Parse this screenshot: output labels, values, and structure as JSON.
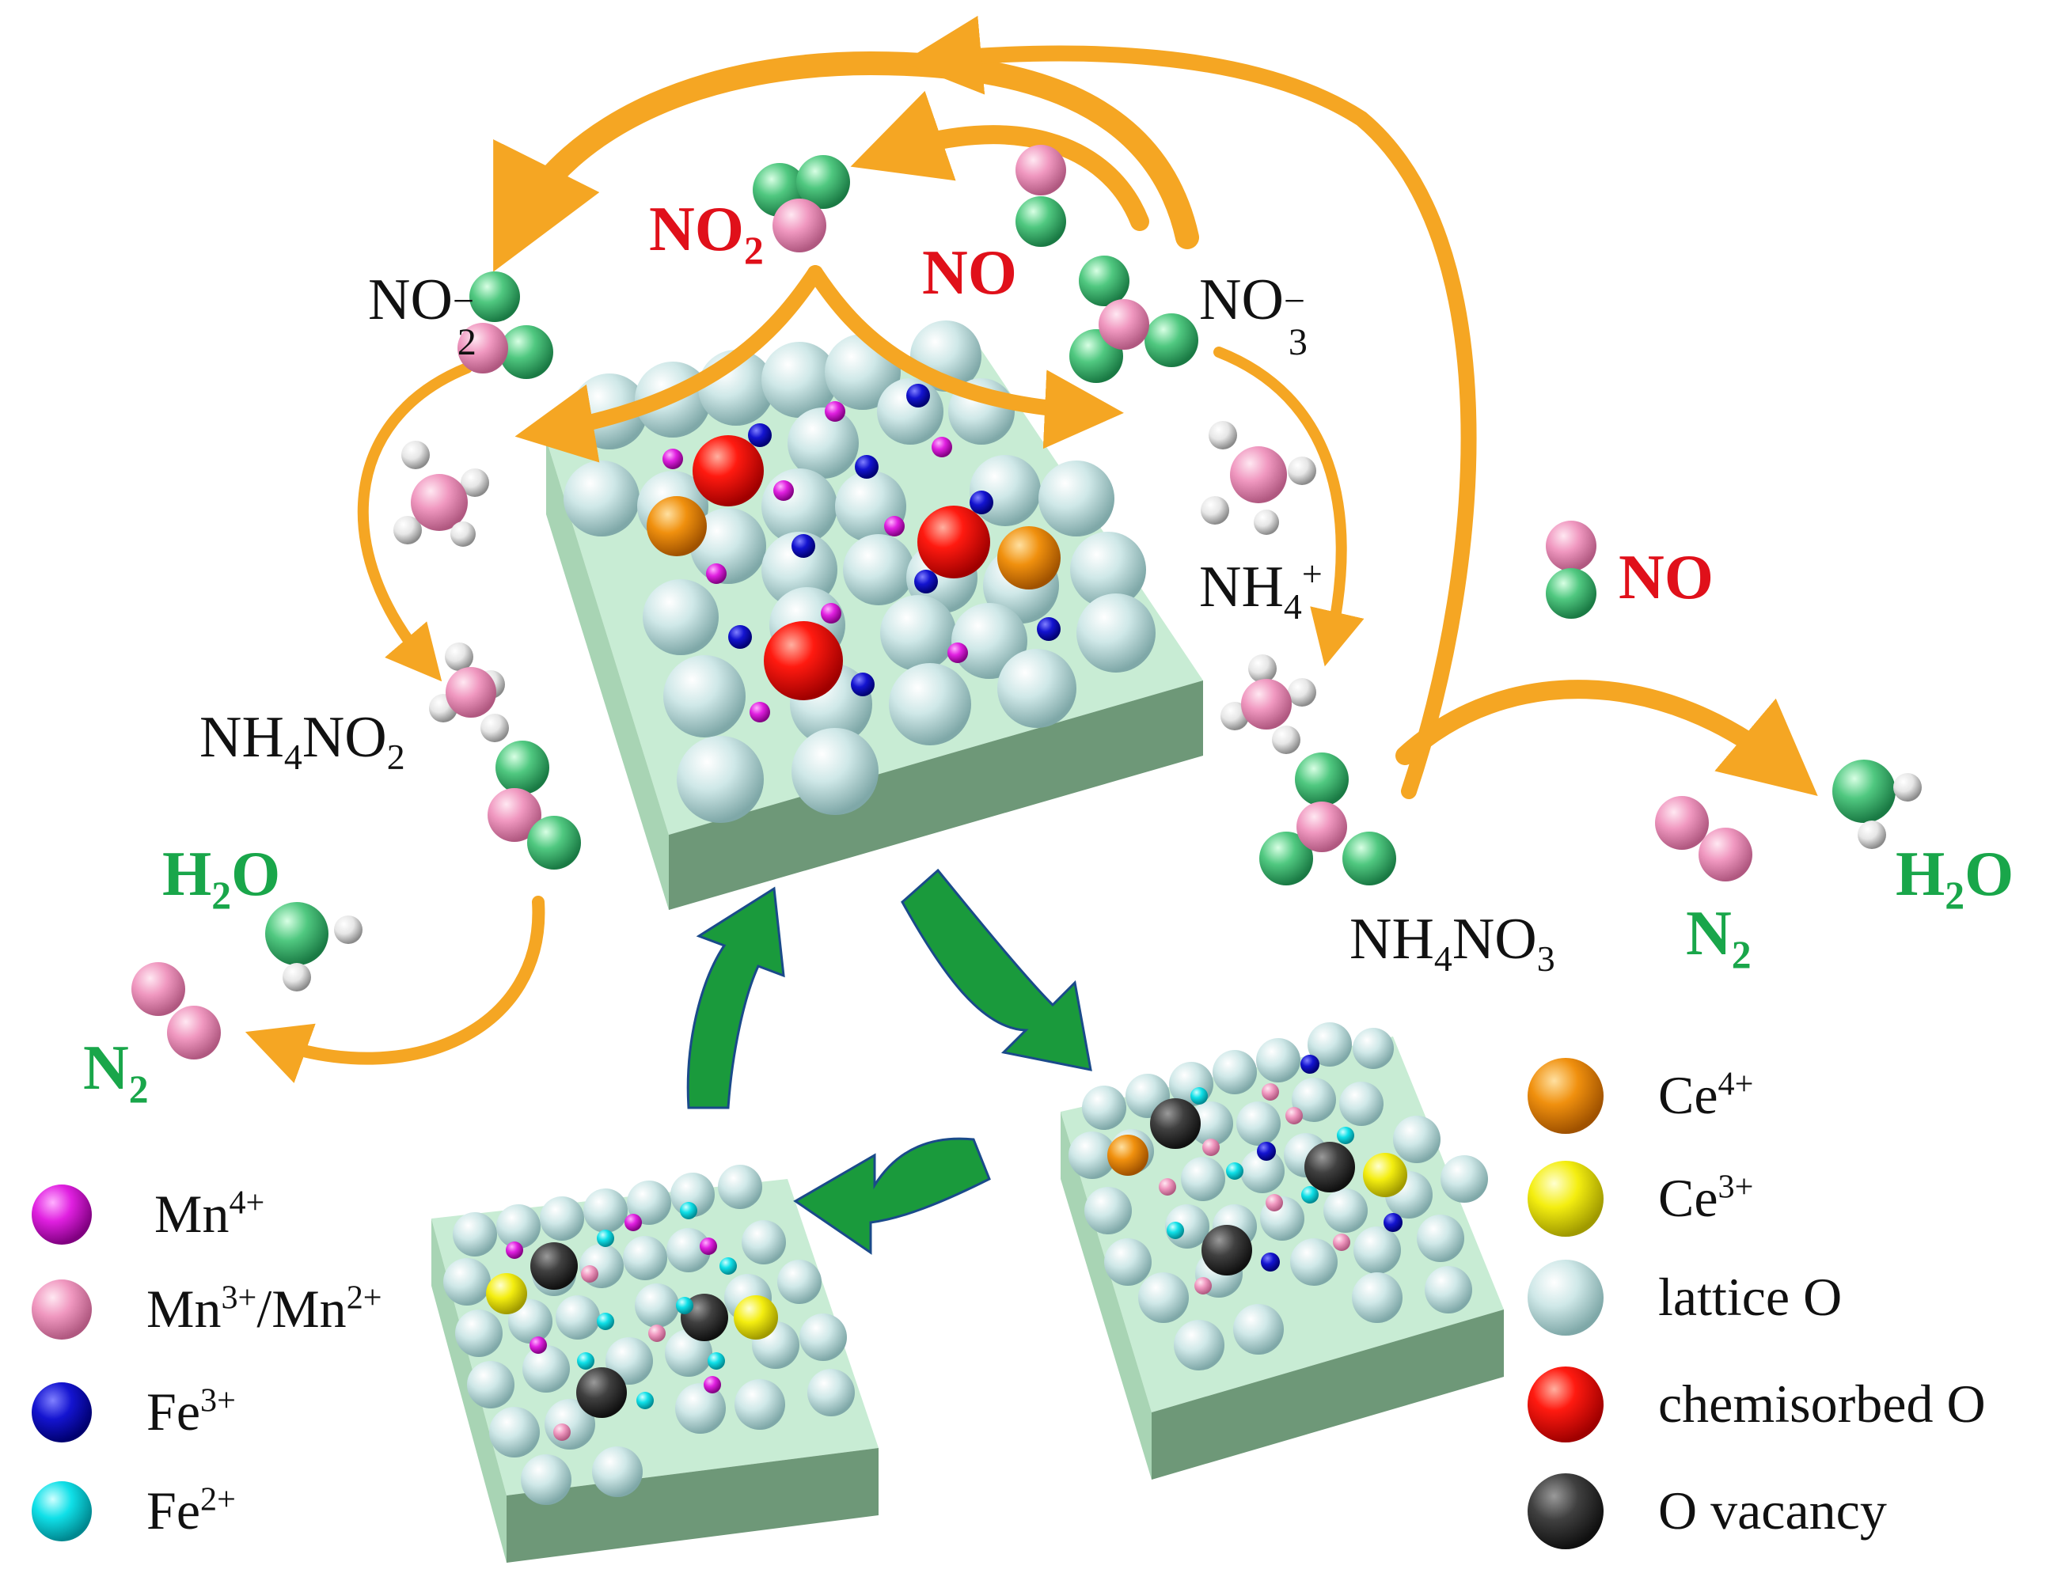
{
  "species": {
    "no2_gas": {
      "main": "NO",
      "sub": "2"
    },
    "no_top": "NO",
    "no_right": "NO",
    "nitrite": {
      "main": "NO",
      "sub": "2",
      "sup": "−"
    },
    "nitrate": {
      "main": "NO",
      "sub": "3",
      "sup": "−"
    },
    "ammonium": {
      "main": "NH",
      "sub": "4",
      "sup": "+"
    },
    "nh4no2": {
      "a": "NH",
      "s1": "4",
      "b": "NO",
      "s2": "2"
    },
    "nh4no3": {
      "a": "NH",
      "s1": "4",
      "b": "NO",
      "s2": "3"
    },
    "h2o_left": {
      "a": "H",
      "s": "2",
      "b": "O"
    },
    "h2o_right": {
      "a": "H",
      "s": "2",
      "b": "O"
    },
    "n2_left": {
      "a": "N",
      "s": "2"
    },
    "n2_right": {
      "a": "N",
      "s": "2"
    }
  },
  "legend_left": [
    {
      "main": "Mn",
      "sup": "4+",
      "color": "#e020e0"
    },
    {
      "main": "Mn",
      "sup": "3+",
      "main2": "/Mn",
      "sup2": "2+",
      "color": "#f09ac4"
    },
    {
      "main": "Fe",
      "sup": "3+",
      "color": "#1010c8"
    },
    {
      "main": "Fe",
      "sup": "2+",
      "color": "#10e0e8"
    }
  ],
  "legend_right": [
    {
      "main": "Ce",
      "sup": "4+",
      "color": "#ee8a10"
    },
    {
      "main": "Ce",
      "sup": "3+",
      "color": "#f2ea10"
    },
    {
      "main": "lattice O",
      "color": "#b8dcdc"
    },
    {
      "main": "chemisorbed O",
      "color": "#ee1010"
    },
    {
      "main": "O vacancy",
      "color": "#3a3a3a"
    }
  ],
  "colors": {
    "slab_top": "#c8ecd4",
    "slab_side": "#6e9878",
    "orange_arrow": "#f5a623",
    "green_arrow": "#1a9a3c",
    "atom_N": "#f0a0c0",
    "atom_O": "#5ad08a",
    "atom_H": "#e8e8e8"
  }
}
